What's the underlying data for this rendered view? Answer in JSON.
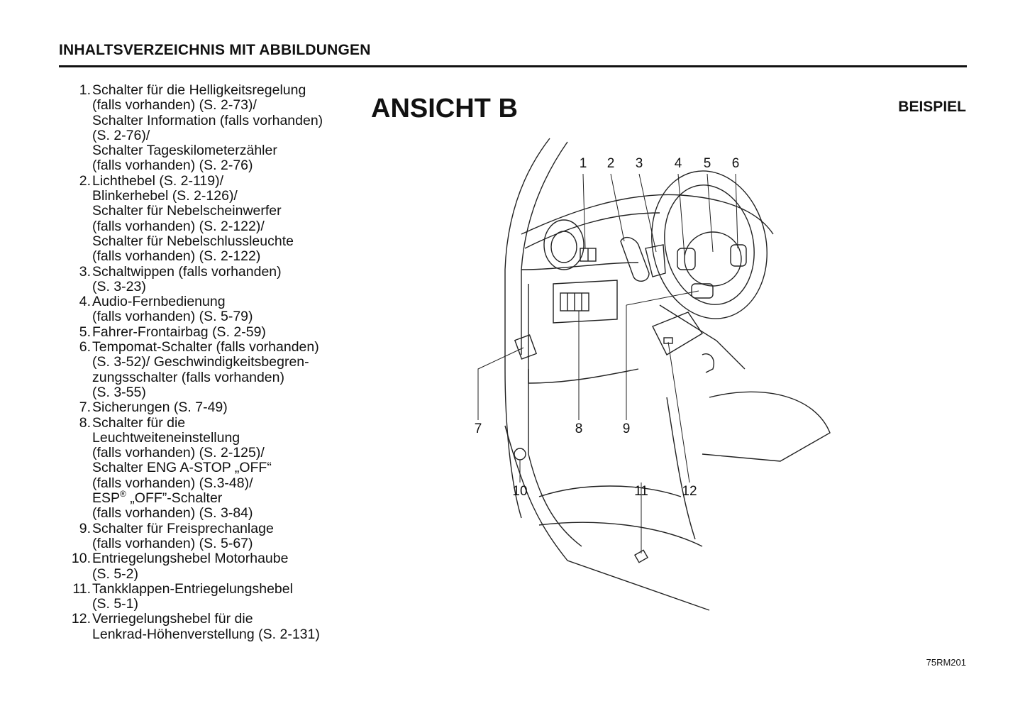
{
  "header": {
    "title": "INHALTSVERZEICHNIS MIT ABBILDUNGEN"
  },
  "view": {
    "title": "ANSICHT B",
    "example_label": "BEISPIEL",
    "figure_code": "75RM201"
  },
  "items": [
    {
      "num": "1.",
      "lines": [
        "Schalter für die Helligkeitsregelung",
        "(falls vorhanden) (S. 2-73)/",
        "Schalter Information (falls vorhanden)",
        "(S. 2-76)/",
        "Schalter Tageskilometerzähler",
        "(falls vorhanden) (S. 2-76)"
      ]
    },
    {
      "num": "2.",
      "lines": [
        "Lichthebel (S. 2-119)/",
        "Blinkerhebel (S. 2-126)/",
        "Schalter für Nebelscheinwerfer",
        "(falls vorhanden) (S. 2-122)/",
        "Schalter für Nebelschlussleuchte",
        "(falls vorhanden) (S. 2-122)"
      ]
    },
    {
      "num": "3.",
      "lines": [
        "Schaltwippen (falls vorhanden)",
        "(S. 3-23)"
      ]
    },
    {
      "num": "4.",
      "lines": [
        "Audio-Fernbedienung",
        "(falls vorhanden) (S. 5-79)"
      ]
    },
    {
      "num": "5.",
      "lines": [
        "Fahrer-Frontairbag (S. 2-59)"
      ]
    },
    {
      "num": "6.",
      "lines": [
        "Tempomat-Schalter (falls vorhanden)",
        "(S. 3-52)/ Geschwindigkeitsbegren-",
        "zungsschalter (falls vorhanden)",
        "(S. 3-55)"
      ]
    },
    {
      "num": "7.",
      "lines": [
        "Sicherungen (S. 7-49)"
      ]
    },
    {
      "num": "8.",
      "lines": [
        "Schalter für die",
        "Leuchtweiteneinstellung",
        "(falls vorhanden) (S. 2-125)/",
        "Schalter ENG A-STOP „OFF“",
        "(falls vorhanden) (S.3-48)/",
        {
          "text": "ESP",
          "sup": "®",
          "rest": " „OFF”-Schalter"
        },
        "(falls vorhanden) (S. 3-84)"
      ]
    },
    {
      "num": "9.",
      "lines": [
        "Schalter für Freisprechanlage",
        "(falls vorhanden) (S. 5-67)"
      ]
    },
    {
      "num": "10.",
      "lines": [
        "Entriegelungshebel Motorhaube",
        "(S. 5-2)"
      ]
    },
    {
      "num": "11.",
      "lines": [
        "Tankklappen-Entriegelungshebel",
        "(S. 5-1)"
      ]
    },
    {
      "num": "12.",
      "lines": [
        "Verriegelungshebel für die",
        "Lenkrad-Höhenverstellung (S. 2-131)"
      ]
    }
  ],
  "callouts": [
    "1",
    "2",
    "3",
    "4",
    "5",
    "6",
    "7",
    "8",
    "9",
    "10",
    "11",
    "12"
  ]
}
